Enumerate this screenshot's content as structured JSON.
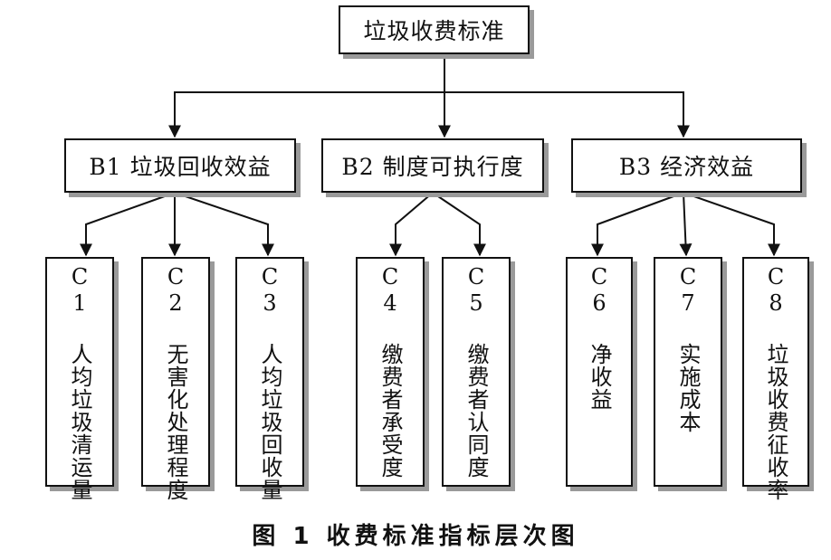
{
  "root": "垃圾收费标准",
  "level2": [
    "B1 垃圾回收效益",
    "B2 制度可执行度",
    "B3 经济效益"
  ],
  "level3": [
    "C1 人均垃圾清运量",
    "C2 无害化处理程度",
    "C3 人均垃圾回收量",
    "C4 缴费者承受度",
    "C5 缴费者认同度",
    "C6 净收益",
    "C7 实施成本",
    "C8 垃圾收费征收率"
  ],
  "caption": "图 1  收费标准指标层次图"
}
